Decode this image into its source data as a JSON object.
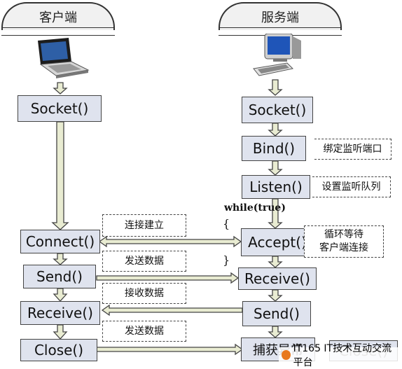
{
  "client": {
    "header": "客户端",
    "steps": [
      "Socket()",
      "Connect()",
      "Send()",
      "Receive()",
      "Close()"
    ]
  },
  "server": {
    "header": "服务端",
    "steps": [
      "Socket()",
      "Bind()",
      "Listen()",
      "Accept()",
      "Receive()",
      "Send()",
      "捕获异常"
    ],
    "notes": {
      "bind": "绑定监听端口",
      "listen": "设置监听队列",
      "accept": "循环等待\n客户端连接"
    },
    "loop": {
      "label": "while(true)",
      "open": "{",
      "close": "}"
    },
    "close_fragment": "Close()"
  },
  "exchange": [
    "连接建立",
    "发送数据",
    "接收数据",
    "发送数据"
  ],
  "watermark": "IT165 IT技术互动交流平台",
  "colors": {
    "box_fill": "#dfe3ee",
    "arrow_fill": "#e9ecd2",
    "header_fill": "#f1f1f1",
    "watermark_logo": "#e8791e"
  }
}
